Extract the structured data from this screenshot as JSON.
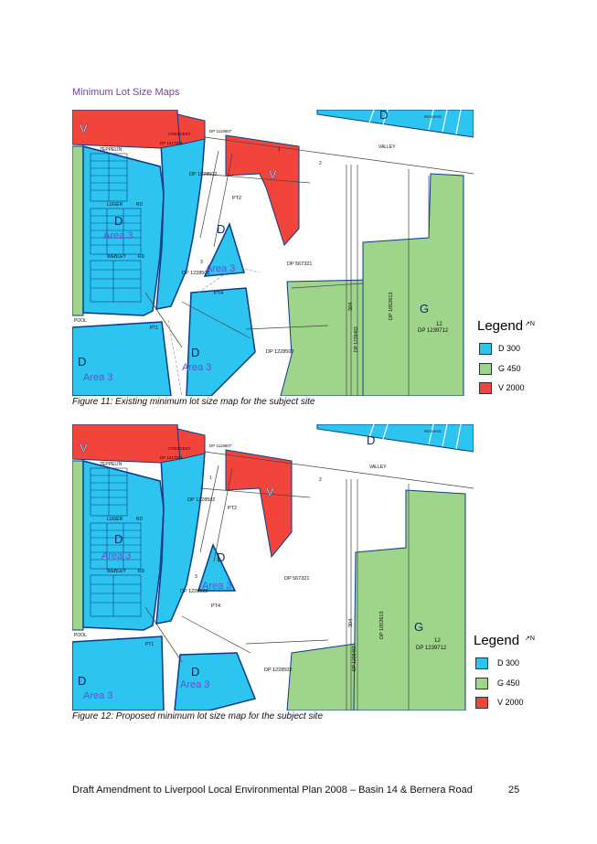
{
  "heading": "Minimum Lot Size Maps",
  "legend": {
    "title": "Legend",
    "north": "N",
    "items": [
      {
        "code": "D",
        "label": "D 300",
        "color": "#2ec4f0"
      },
      {
        "code": "G",
        "label": "G 450",
        "color": "#9fd58a"
      },
      {
        "code": "V",
        "label": "V 2000",
        "color": "#f1453b"
      }
    ]
  },
  "map_text": {
    "valley": "VALLEY",
    "reserve": "RESERVE",
    "crescent": "CRESCENT",
    "zeppelin": "ZEPPELIN",
    "luger": "LUGER",
    "webley": "WEBLEY",
    "rd": "RD",
    "pool": "POOL",
    "pt2": "PT2",
    "pt4": "PT4",
    "pt1": "PT1",
    "dp1228502": "DP 1228502",
    "dp567321": "DP 567321",
    "dp1052613": "DP 1052613",
    "dp1239712": "DP 1239712",
    "dp1238483": "DP 1238483",
    "dp1217931": "DP 1217931",
    "dp1119507": "DP 1119507",
    "lot12": "12",
    "lot304": "304",
    "lot1": "1",
    "lot2": "2",
    "lot3": "3",
    "area3": "Area 3",
    "zone_d": "D",
    "zone_g": "G",
    "zone_v": "V"
  },
  "figures": [
    {
      "caption": "Figure 11: Existing minimum lot size map for the subject site"
    },
    {
      "caption": "Figure 12: Proposed minimum lot size map for the subject site"
    }
  ],
  "footer": {
    "title": "Draft Amendment to Liverpool Local Environmental Plan 2008 – Basin 14 & Bernera Road",
    "page": "25"
  }
}
